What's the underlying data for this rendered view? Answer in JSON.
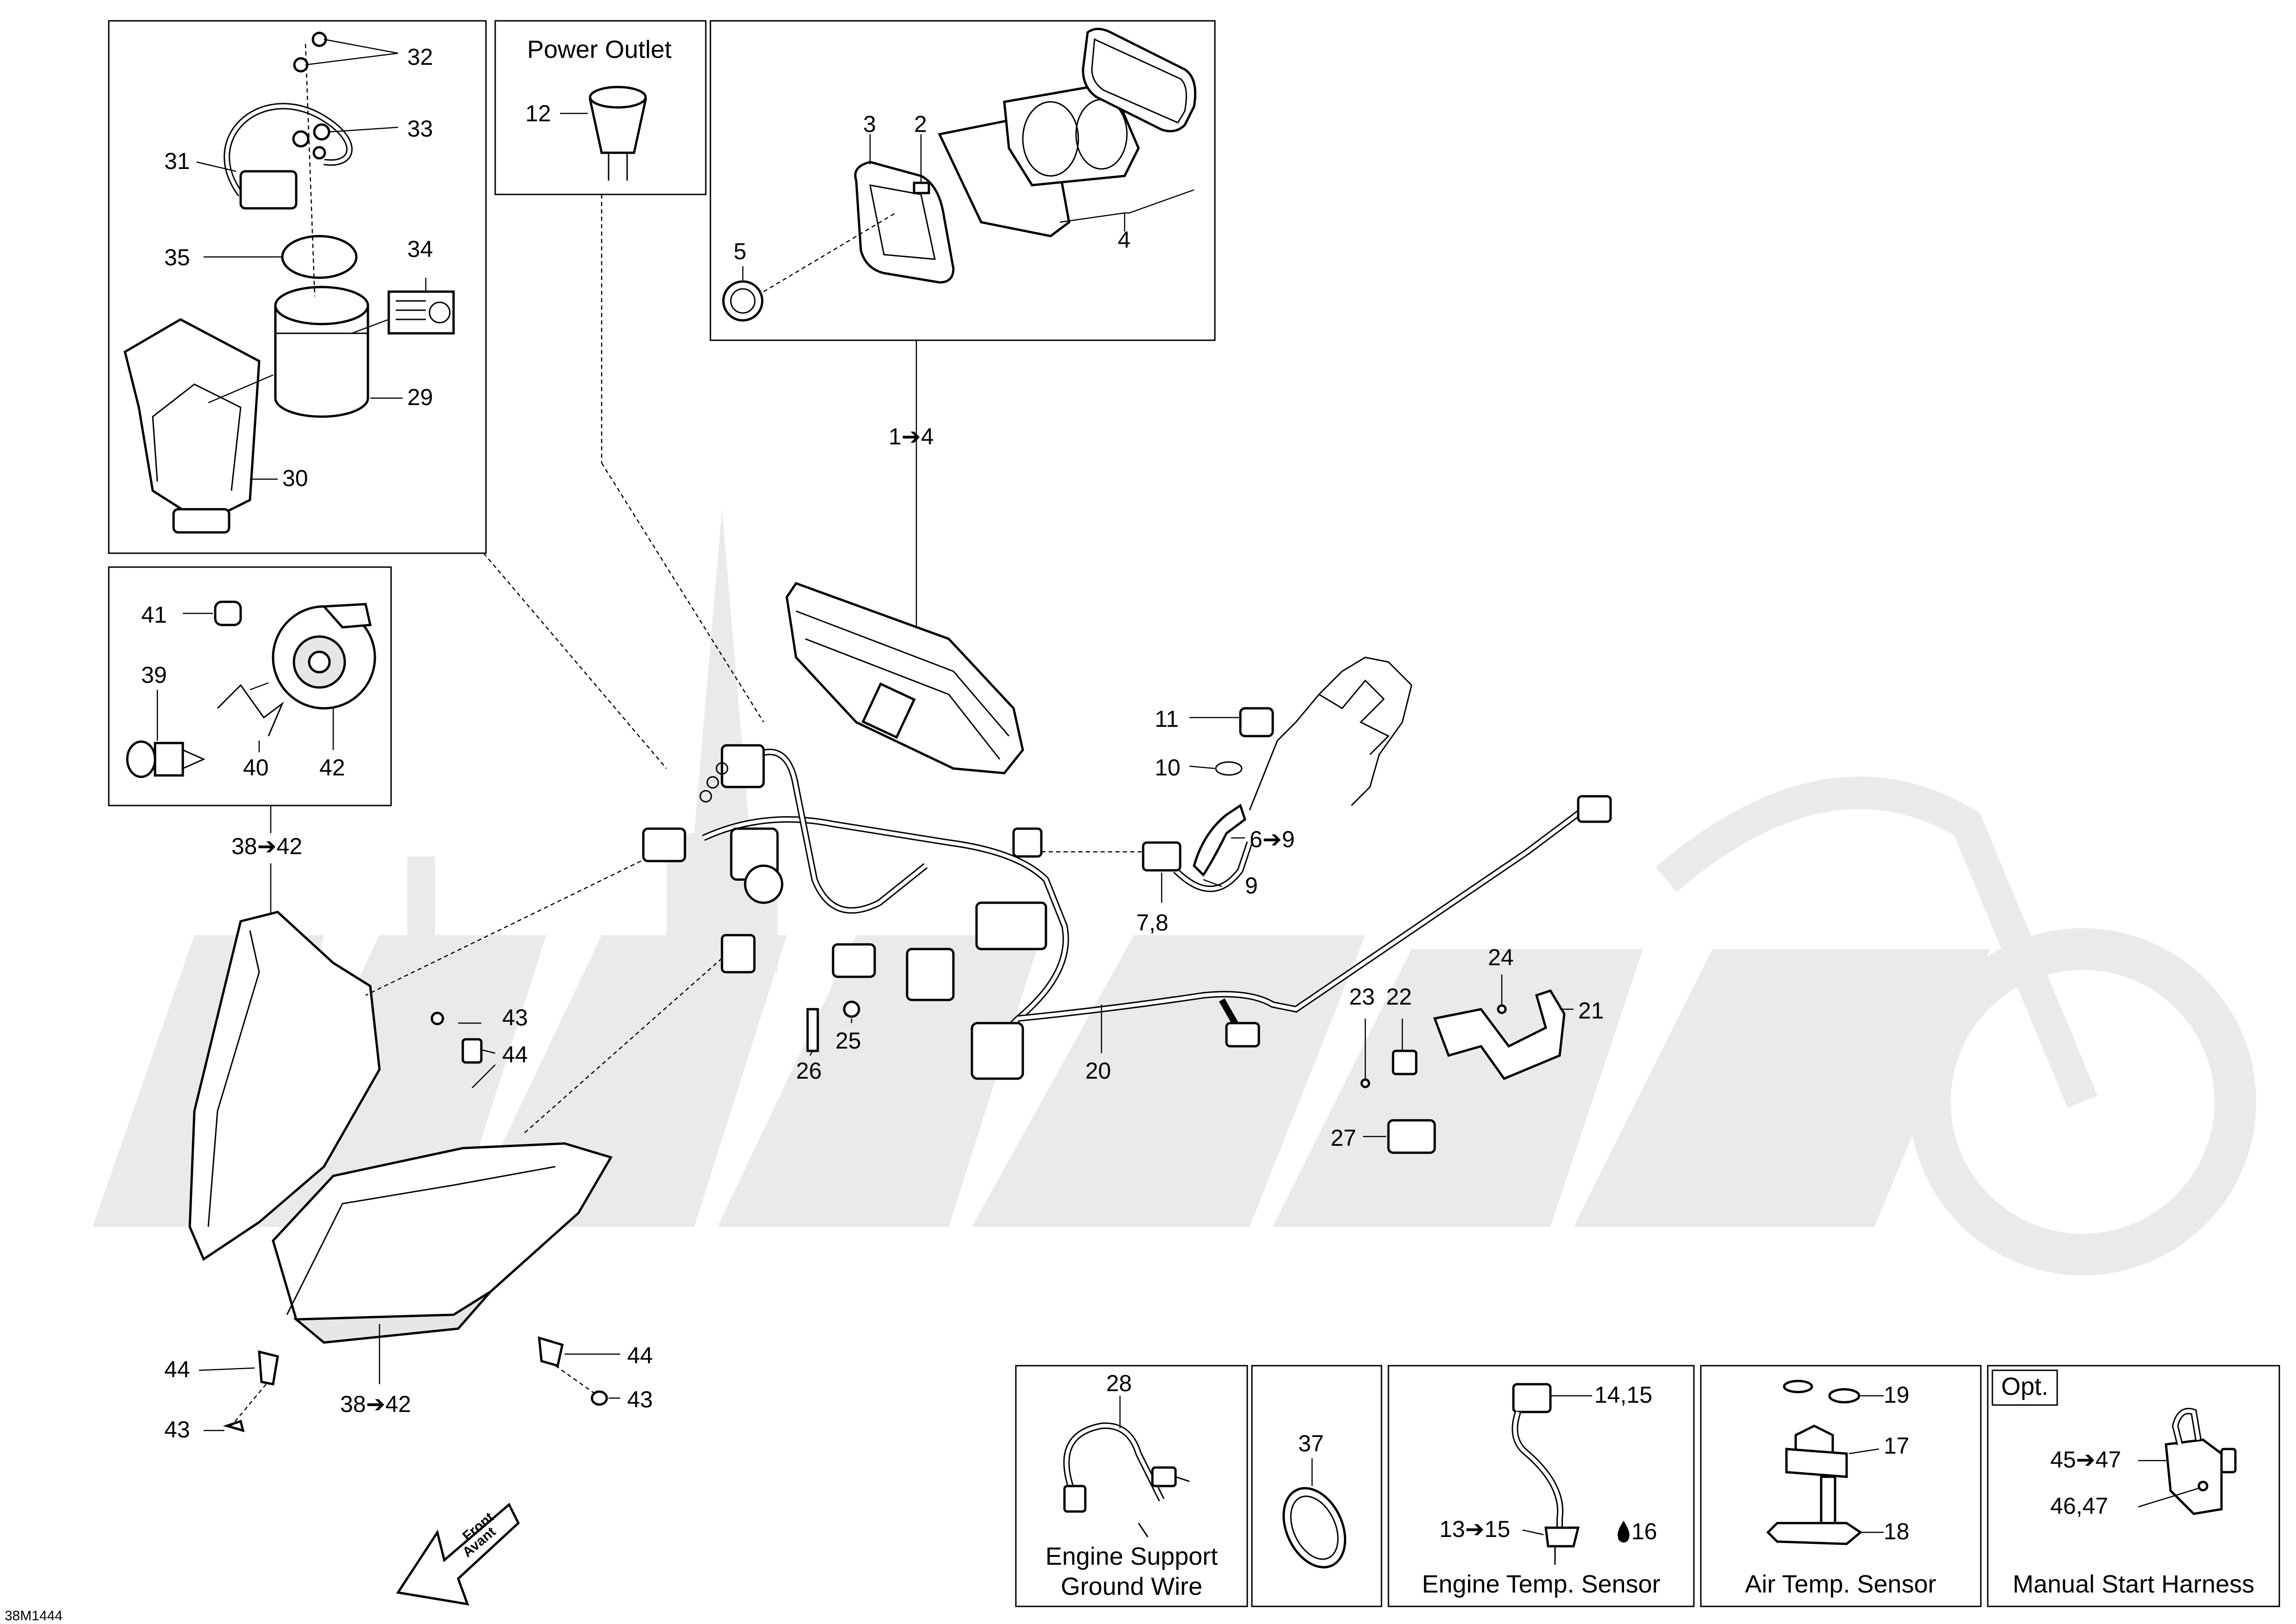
{
  "drawing_code": "38M1444",
  "boxes": {
    "power_outlet_title": "Power Outlet",
    "engine_support_caption_line1": "Engine Support",
    "engine_support_caption_line2": "Ground Wire",
    "engine_temp_caption": "Engine Temp. Sensor",
    "air_temp_caption": "Air Temp. Sensor",
    "manual_start_caption": "Manual Start Harness",
    "opt_tag": "Opt."
  },
  "front_arrow": {
    "line1": "Front",
    "line2": "Avant"
  },
  "callouts": {
    "c32": "32",
    "c33": "33",
    "c31": "31",
    "c35": "35",
    "c34": "34",
    "c29": "29",
    "c30": "30",
    "c12": "12",
    "c3": "3",
    "c2": "2",
    "c5": "5",
    "c4": "4",
    "c1_4": "1➔4",
    "c41": "41",
    "c39": "39",
    "c40": "40",
    "c42": "42",
    "c38_42_top": "38➔42",
    "c11": "11",
    "c10": "10",
    "c6_9": "6➔9",
    "c9": "9",
    "c7_8": "7,8",
    "c43_top": "43",
    "c44_top": "44",
    "c26": "26",
    "c25": "25",
    "c20": "20",
    "c24": "24",
    "c23": "23",
    "c22": "22",
    "c21": "21",
    "c27": "27",
    "c44_left": "44",
    "c43_left": "43",
    "c38_42_bottom": "38➔42",
    "c44_right": "44",
    "c43_right": "43",
    "c28": "28",
    "c37": "37",
    "c14_15": "14,15",
    "c13_15": "13➔15",
    "c16": "16",
    "c19": "19",
    "c17": "17",
    "c18": "18",
    "c45_47": "45➔47",
    "c46_47": "46,47"
  }
}
